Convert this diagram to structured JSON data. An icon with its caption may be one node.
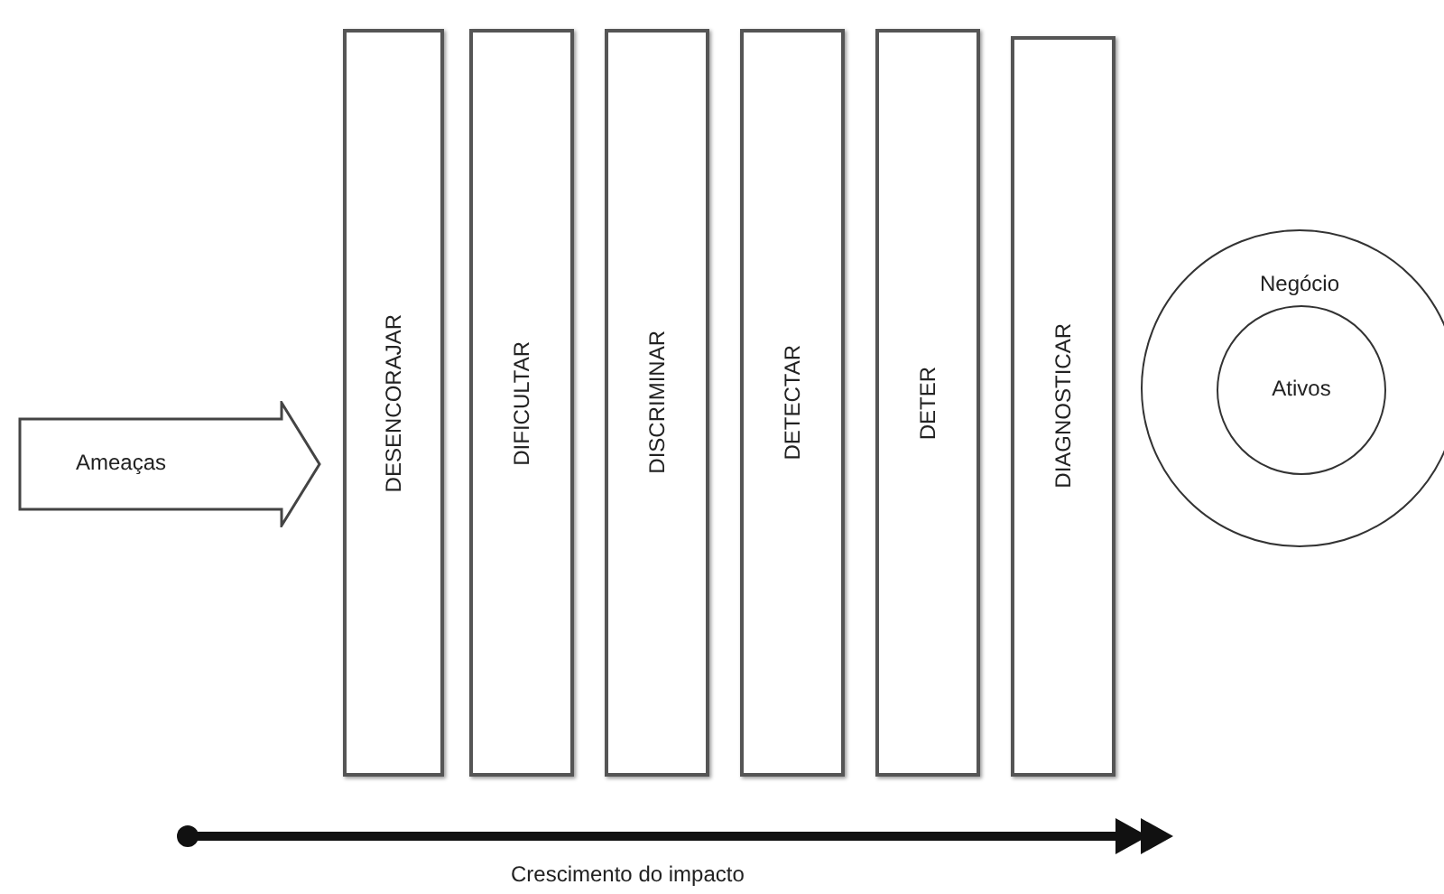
{
  "diagram": {
    "nodes": [
      {
        "text": [
          "Ameaças"
        ]
      },
      {
        "text": [
          "DESENCORAJAR"
        ]
      },
      {
        "text": [
          "DIFICULTAR"
        ]
      },
      {
        "text": [
          "DISCRIMINAR"
        ]
      },
      {
        "text": [
          "DETECTAR"
        ]
      },
      {
        "text": [
          "DETER"
        ]
      },
      {
        "text": [
          "DIAGNOSTICAR"
        ]
      },
      {
        "text": [
          "Negócio"
        ]
      },
      {
        "text": [
          "Ativos"
        ],
        "in": 7
      }
    ],
    "labels": [
      "Crescimento do impacto"
    ]
  }
}
